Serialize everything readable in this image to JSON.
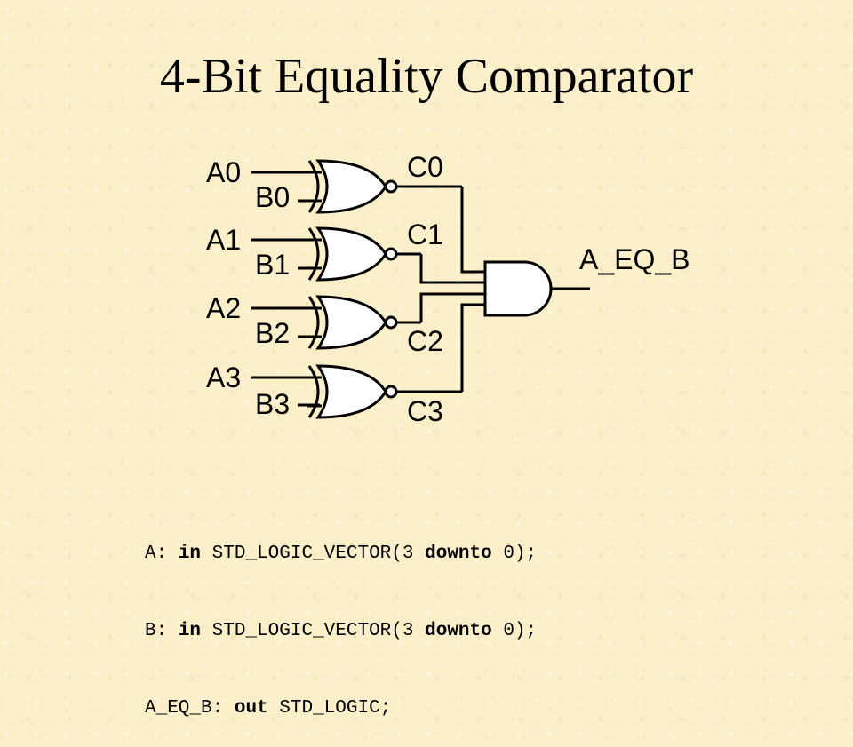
{
  "title": "4-Bit Equality Comparator",
  "diagram": {
    "inputs": [
      {
        "a": "A0",
        "b": "B0",
        "out": "C0"
      },
      {
        "a": "A1",
        "b": "B1",
        "out": "C1"
      },
      {
        "a": "A2",
        "b": "B2",
        "out": "C2"
      },
      {
        "a": "A3",
        "b": "B3",
        "out": "C3"
      }
    ],
    "output_label": "A_EQ_B"
  },
  "code": {
    "lines": [
      {
        "name": "A",
        "sep1": ": ",
        "dir": "in",
        "sep2": " ",
        "type": "STD_LOGIC_VECTOR(3 ",
        "range_kw": "downto",
        "tail": " 0);"
      },
      {
        "name": "B",
        "sep1": ": ",
        "dir": "in",
        "sep2": " ",
        "type": "STD_LOGIC_VECTOR(3 ",
        "range_kw": "downto",
        "tail": " 0);"
      },
      {
        "name": "A_EQ_B",
        "sep1": ": ",
        "dir": "out",
        "sep2": " ",
        "type": "STD_LOGIC;",
        "range_kw": "",
        "tail": ""
      }
    ]
  }
}
